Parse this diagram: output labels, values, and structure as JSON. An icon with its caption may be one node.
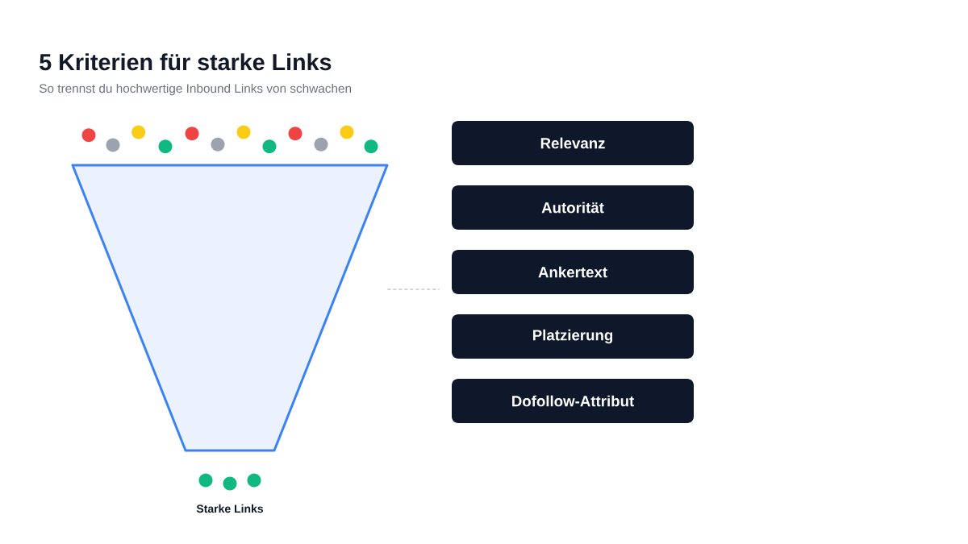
{
  "diagram": {
    "title": "5 Kriterien für starke Links",
    "nodes": [
      {
        "text": [],
        "shape": "trapezoid"
      },
      {
        "text": [
          "Relevanz"
        ]
      },
      {
        "text": [
          "Autorität"
        ]
      },
      {
        "text": [
          "Ankertext"
        ]
      },
      {
        "text": [
          "Platzierung"
        ]
      },
      {
        "text": [
          "Dofollow-Attribut"
        ]
      }
    ],
    "edges": [
      {
        "from": 0,
        "to": 3,
        "arrow": "none",
        "style": "dashed",
        "color": "#c4c8d0"
      }
    ],
    "labels": [
      "So trennst du hochwertige Inbound Links von schwachen",
      "Starke Links"
    ]
  }
}
